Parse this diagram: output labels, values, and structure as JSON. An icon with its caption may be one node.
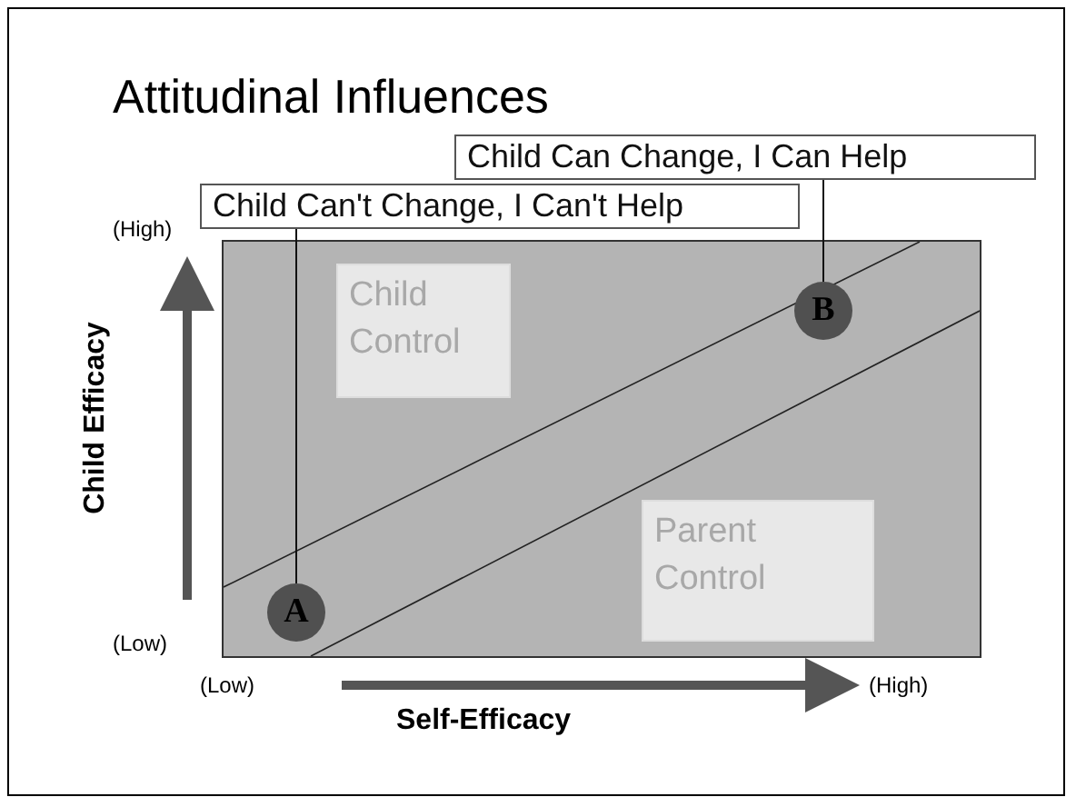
{
  "diagram": {
    "title": "Attitudinal Influences",
    "nodes": [
      {
        "text": [
          "Child Can Change, I Can Help"
        ]
      },
      {
        "text": [
          "Child Can't Change, I Can't Help"
        ]
      },
      {
        "text": [],
        "shape": "box"
      },
      {
        "text": [
          "Child Control"
        ],
        "in": 2
      },
      {
        "text": [
          "Parent Control"
        ],
        "in": 2
      },
      {
        "text": [
          "A"
        ],
        "in": 2
      },
      {
        "text": [
          "B"
        ],
        "in": 2
      }
    ],
    "edges": [
      {
        "from": 1,
        "to": 5,
        "arrow": "none"
      },
      {
        "from": 0,
        "to": 6,
        "arrow": "none"
      }
    ],
    "labels": [
      "(High)",
      "Child Efficacy",
      "(Low)",
      "(Low)",
      "Self-Efficacy",
      "(High)"
    ]
  }
}
